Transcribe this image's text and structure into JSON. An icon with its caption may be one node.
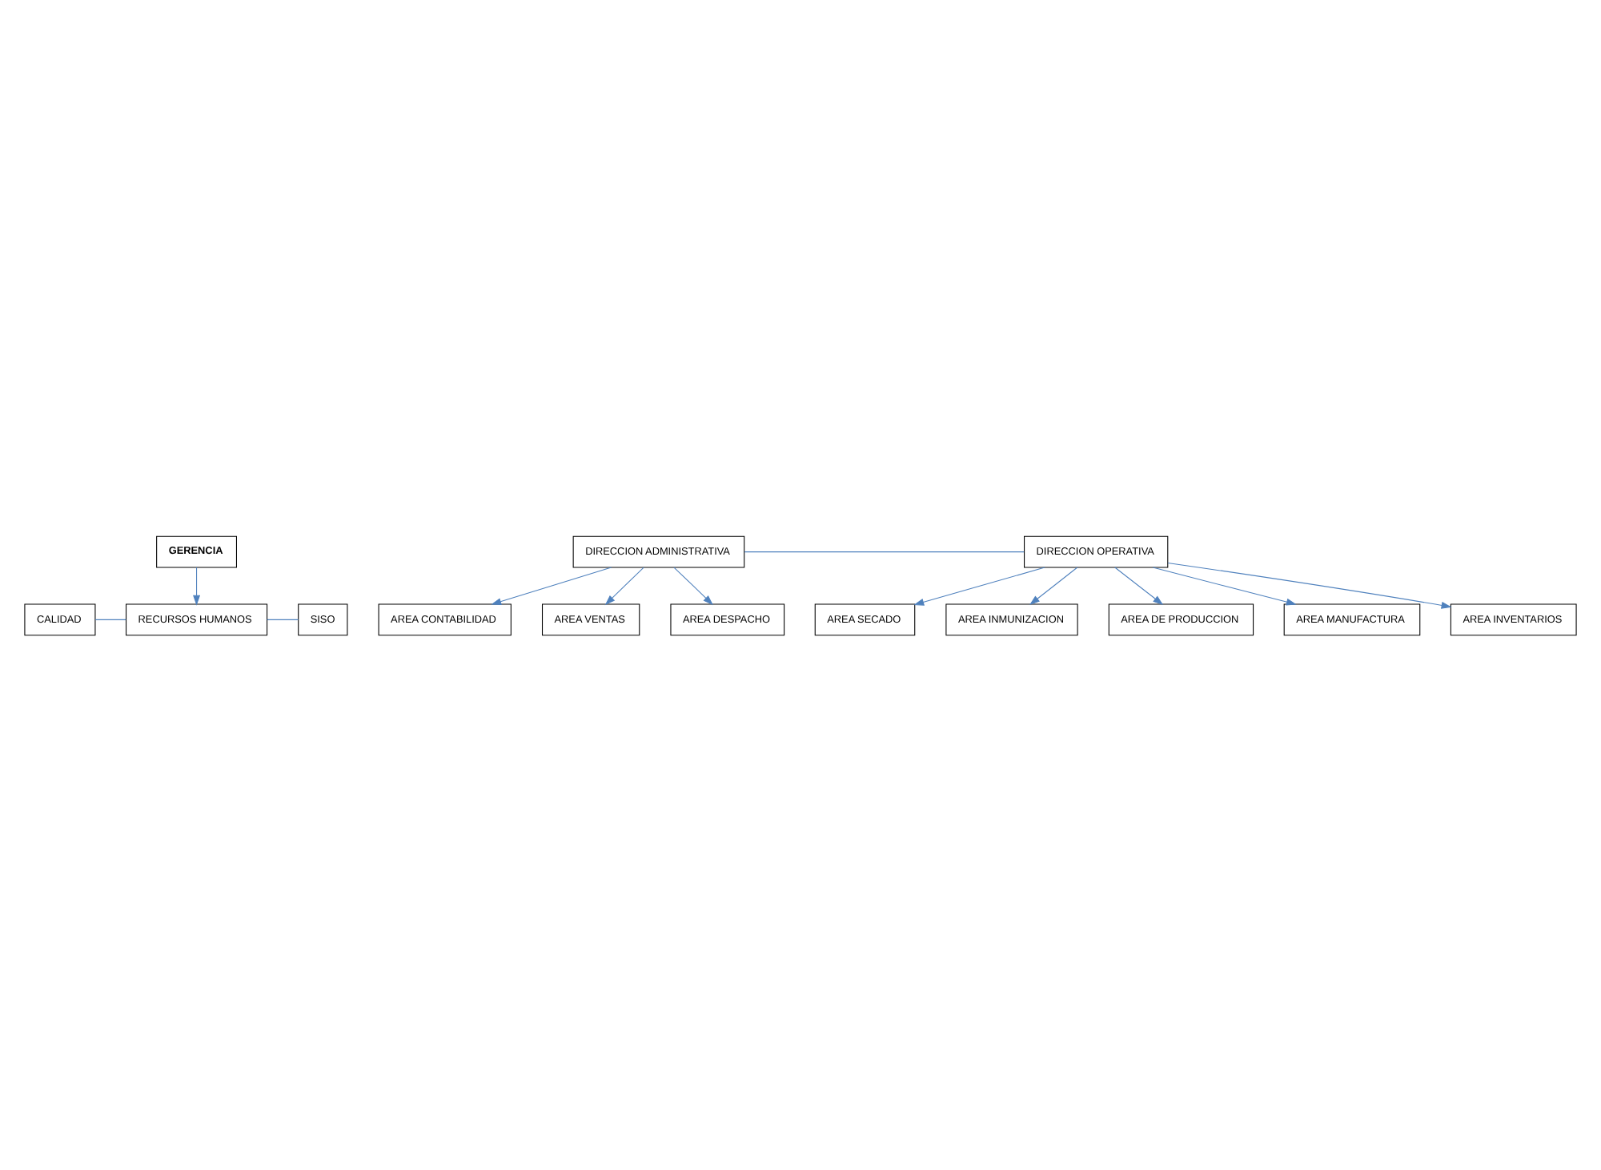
{
  "diagram": {
    "nodes": [
      {
        "text": [
          "GERENCIA"
        ]
      },
      {
        "text": [
          "CALIDAD"
        ]
      },
      {
        "text": [
          "RECURSOS HUMANOS"
        ]
      },
      {
        "text": [
          "SISO"
        ]
      },
      {
        "text": [
          "DIRECCION ADMINISTRATIVA"
        ]
      },
      {
        "text": [
          "DIRECCION OPERATIVA"
        ]
      },
      {
        "text": [
          "AREA CONTABILIDAD"
        ]
      },
      {
        "text": [
          "AREA VENTAS"
        ]
      },
      {
        "text": [
          "AREA DESPACHO"
        ]
      },
      {
        "text": [
          "AREA SECADO"
        ]
      },
      {
        "text": [
          "AREA INMUNIZACION"
        ]
      },
      {
        "text": [
          "AREA DE PRODUCCION"
        ]
      },
      {
        "text": [
          "AREA MANUFACTURA"
        ]
      },
      {
        "text": [
          "AREA INVENTARIOS"
        ]
      }
    ],
    "edges": [
      {
        "from": 0,
        "to": 2,
        "arrow": "to"
      },
      {
        "from": 1,
        "to": 2,
        "arrow": "none"
      },
      {
        "from": 2,
        "to": 3,
        "arrow": "none"
      },
      {
        "from": 4,
        "to": 5,
        "arrow": "none"
      },
      {
        "from": 4,
        "to": 6,
        "arrow": "to"
      },
      {
        "from": 4,
        "to": 7,
        "arrow": "to"
      },
      {
        "from": 4,
        "to": 8,
        "arrow": "to"
      },
      {
        "from": 5,
        "to": 9,
        "arrow": "to"
      },
      {
        "from": 5,
        "to": 10,
        "arrow": "to"
      },
      {
        "from": 5,
        "to": 11,
        "arrow": "to"
      },
      {
        "from": 5,
        "to": 12,
        "arrow": "to"
      },
      {
        "from": 5,
        "to": 13,
        "arrow": "to"
      }
    ]
  }
}
